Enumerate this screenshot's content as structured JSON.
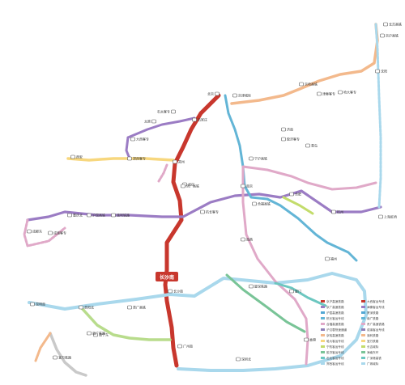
{
  "map": {
    "colors": {
      "jingguang": "#c8372d",
      "shanghai_kunming": "#9b7cc4",
      "hangchangkun": "#52a7d4",
      "jingjiu": "#63b5d6",
      "yuxiang": "#e0a9c8",
      "huhanrong": "#8e7fb8",
      "orange_line": "#f3b98c",
      "yellow_line": "#f7d77e",
      "lime_line": "#c3dc6b",
      "green_line": "#79c497",
      "teal_line": "#6cc7c0",
      "light_blue": "#a9d8ec",
      "guangdong_line": "#b8dc8c"
    },
    "hub_station": "长沙南",
    "stations": [
      {
        "id": "s1",
        "name": "京沪高铁"
      },
      {
        "id": "s2",
        "name": "长吉高铁"
      },
      {
        "id": "s3",
        "name": "哈大客专"
      },
      {
        "id": "s4",
        "name": "京哈高铁"
      },
      {
        "id": "s5",
        "name": "津秦客专"
      },
      {
        "id": "s6",
        "name": "沈阳"
      },
      {
        "id": "s7",
        "name": "京津城际"
      },
      {
        "id": "s8",
        "name": "北京"
      },
      {
        "id": "s9",
        "name": "石太客专"
      },
      {
        "id": "s10",
        "name": "太原"
      },
      {
        "id": "s11",
        "name": "大西客专"
      },
      {
        "id": "s12",
        "name": "石家庄"
      },
      {
        "id": "s13",
        "name": "郑西客专"
      },
      {
        "id": "s14",
        "name": "西安"
      },
      {
        "id": "s15",
        "name": "郑州"
      },
      {
        "id": "s16",
        "name": "济南"
      },
      {
        "id": "s17",
        "name": "胶济客专"
      },
      {
        "id": "s18",
        "name": "青岛"
      },
      {
        "id": "s19",
        "name": "宁沪高铁"
      },
      {
        "id": "s20",
        "name": "南京"
      },
      {
        "id": "s21",
        "name": "上海虹桥"
      },
      {
        "id": "s22",
        "name": "杭州"
      },
      {
        "id": "s23",
        "name": "合肥"
      },
      {
        "id": "s24",
        "name": "武汉"
      },
      {
        "id": "s25",
        "name": "长沙南"
      },
      {
        "id": "s26",
        "name": "南昌"
      },
      {
        "id": "s27",
        "name": "福州"
      },
      {
        "id": "s28",
        "name": "厦门"
      },
      {
        "id": "s29",
        "name": "广州南"
      },
      {
        "id": "s30",
        "name": "深圳北"
      },
      {
        "id": "s31",
        "name": "香港"
      },
      {
        "id": "s32",
        "name": "贵阳北"
      },
      {
        "id": "s33",
        "name": "昆明南"
      },
      {
        "id": "s34",
        "name": "南宁东"
      },
      {
        "id": "s35",
        "name": "重庆北"
      },
      {
        "id": "s36",
        "name": "成都东"
      },
      {
        "id": "s37",
        "name": "京广高铁"
      },
      {
        "id": "s38",
        "name": "沪昆高铁"
      },
      {
        "id": "s39",
        "name": "杭长客专"
      },
      {
        "id": "s40",
        "name": "合福高铁"
      },
      {
        "id": "s41",
        "name": "厦深铁路"
      },
      {
        "id": "s42",
        "name": "贵广高铁"
      },
      {
        "id": "s43",
        "name": "南广铁路"
      },
      {
        "id": "s44",
        "name": "渝利铁路"
      },
      {
        "id": "s45",
        "name": "成渝客专"
      },
      {
        "id": "s46",
        "name": "宜万铁路"
      }
    ],
    "legend": {
      "items": [
        "京沪高速铁路",
        "京广高速铁路",
        "沪昆高速铁路",
        "杭长客运专线",
        "合福高速铁路",
        "沪汉蓉快速通道",
        "京哈高速铁路",
        "哈大客运专线",
        "宁杭客运专线",
        "胶济客运专线",
        "石太客运专线",
        "郑西客运专线",
        "大西客运专线",
        "津秦客运专线",
        "厦深铁路",
        "南广铁路",
        "贵广高速铁路",
        "成渝客运专线",
        "渝利铁路",
        "宜万铁路",
        "长吉城际",
        "海南东环",
        "广深港高铁",
        "广珠城际"
      ]
    }
  }
}
